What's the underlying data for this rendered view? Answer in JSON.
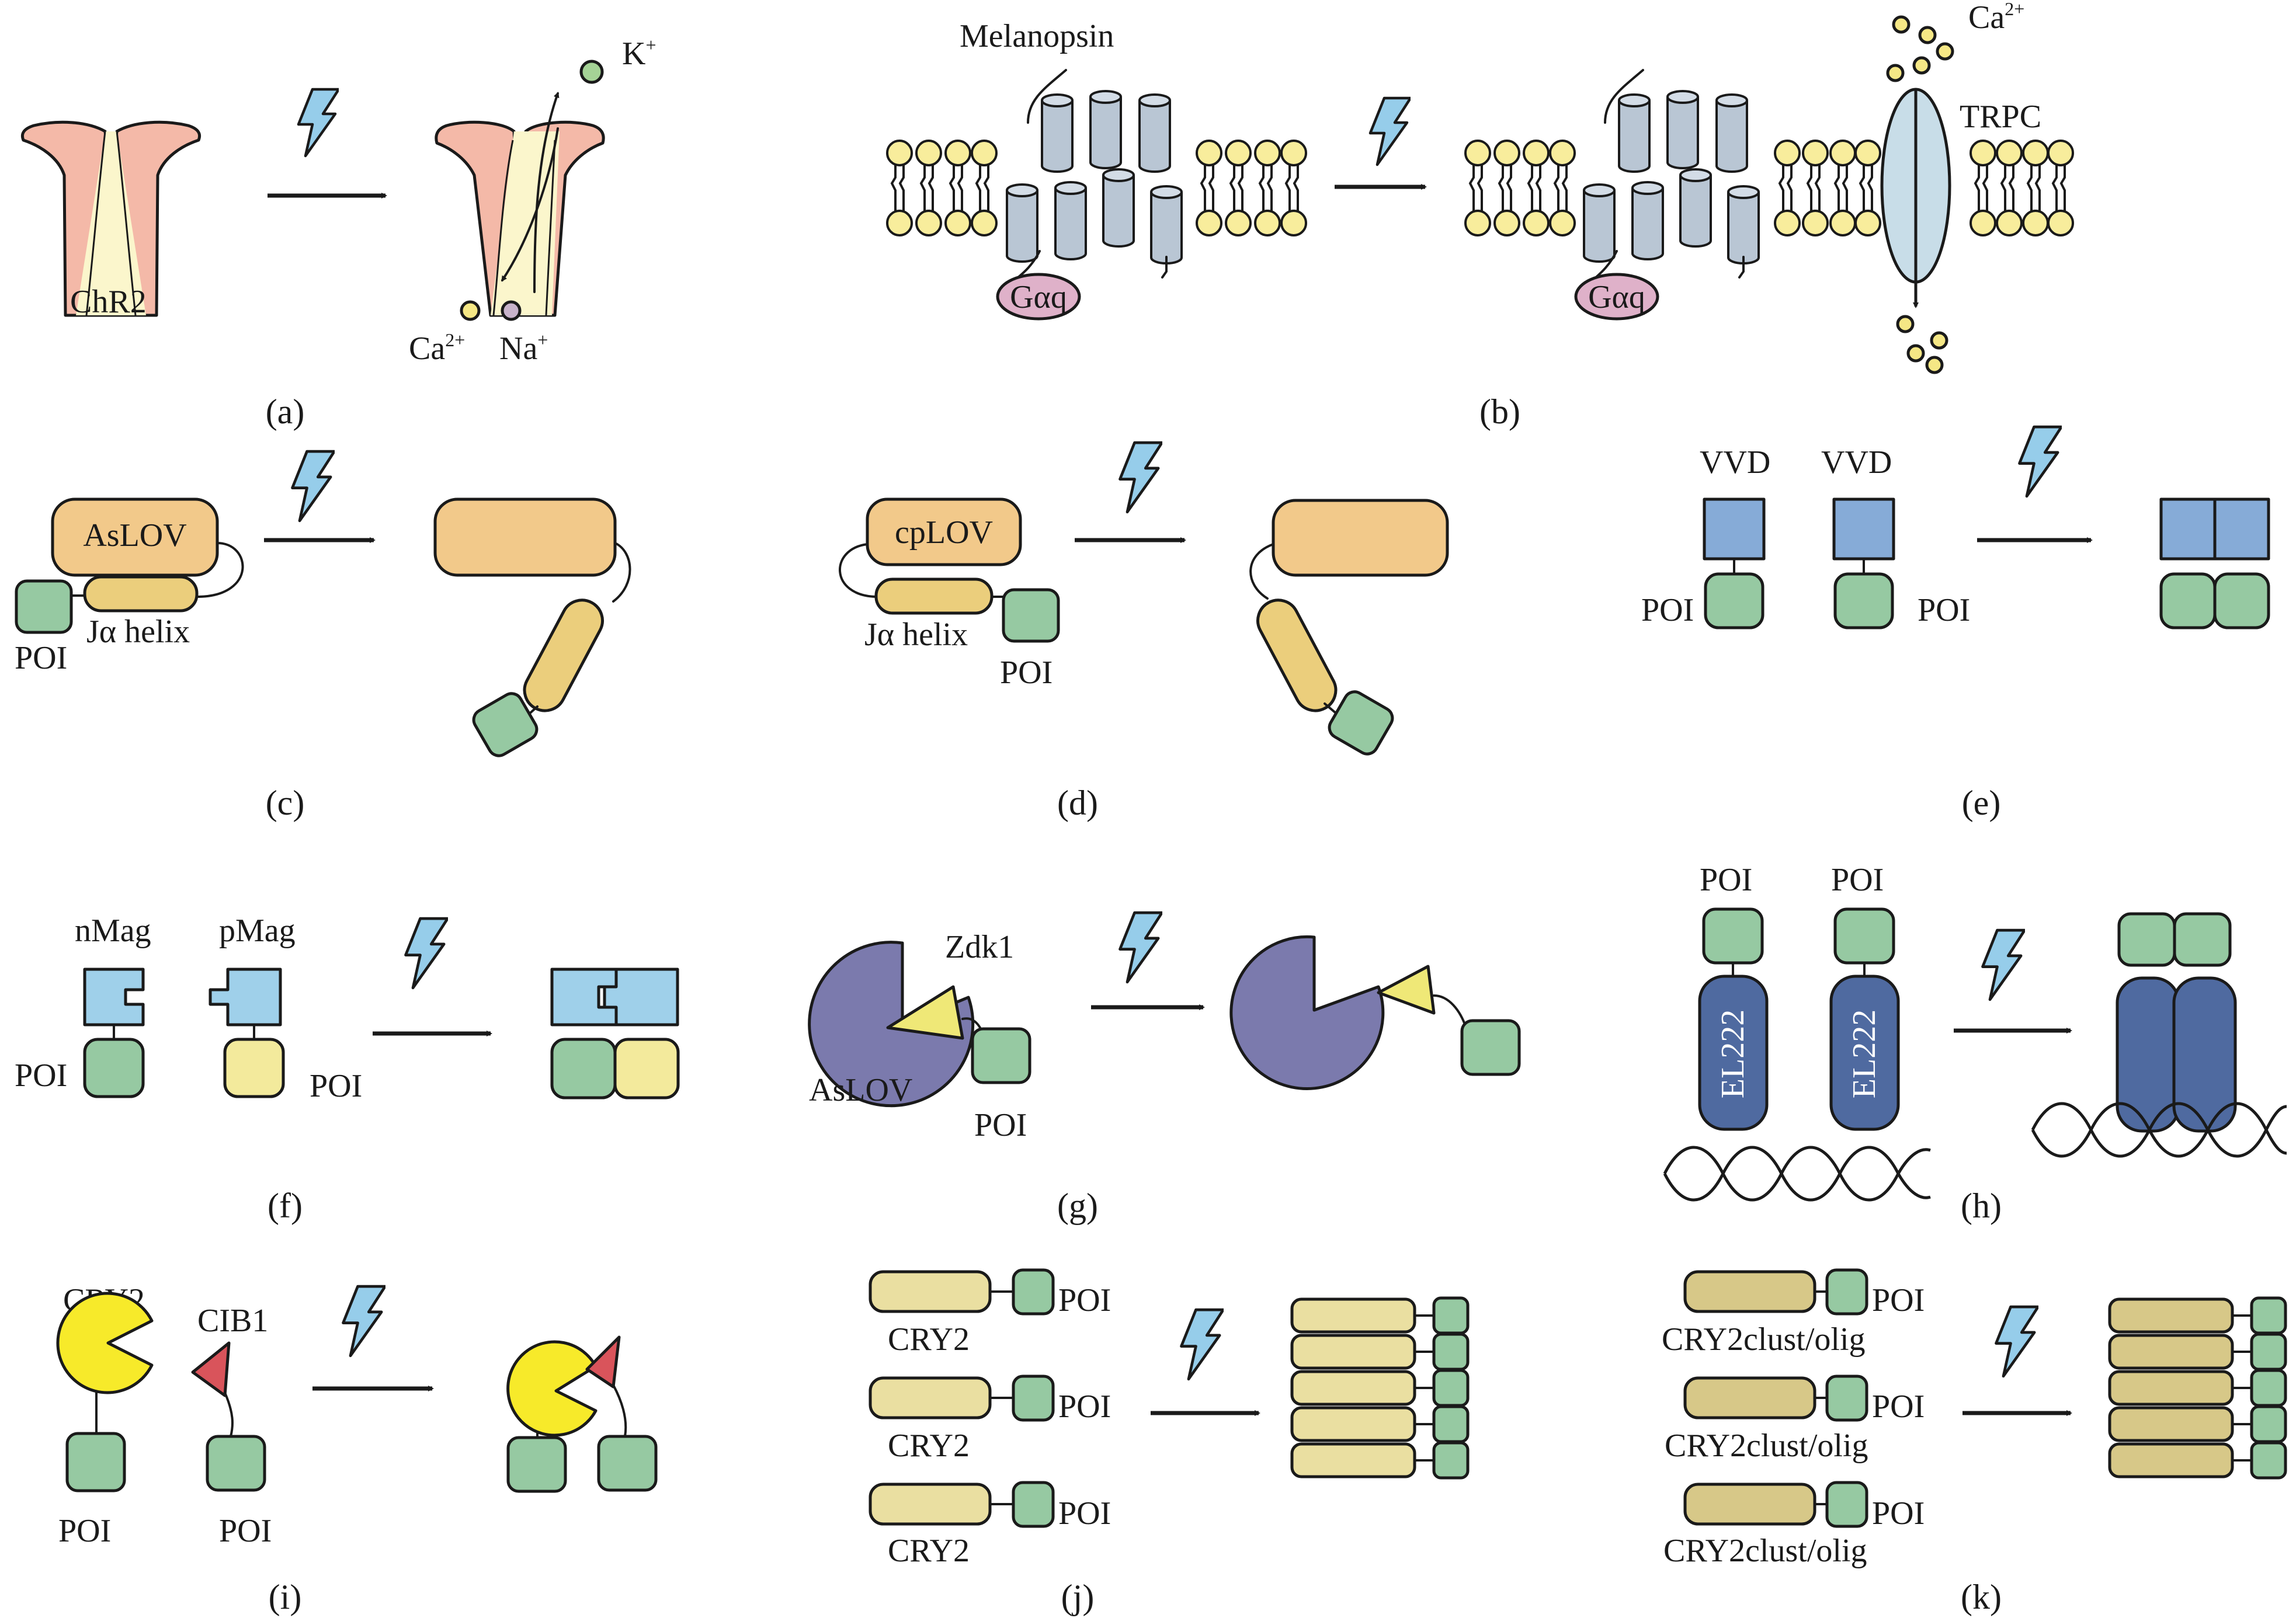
{
  "colors": {
    "chr2": "#f4b9a8",
    "chr2_pore": "#fbf6cc",
    "k_ion": "#a5d396",
    "ca_ion": "#f5e785",
    "na_ion": "#c8b3cb",
    "lipid_head": "#f8ed9c",
    "melanopsin": "#b9c6d4",
    "gaq": "#dfb1c9",
    "trpc": "#c8dde8",
    "lov": "#f2c98a",
    "jalpha": "#ebce7c",
    "poi": "#96c9a2",
    "vvd": "#86abd7",
    "mag": "#9fd0ea",
    "poi_yellow": "#f3ea9c",
    "aslov_purple": "#7b7aad",
    "zdk1": "#efe877",
    "el222": "#4f6aa0",
    "cry2": "#f7ea2a",
    "cib1": "#d9545b",
    "cry2_bar": "#eadfa1",
    "cry2clust_bar": "#d7c888",
    "lightning": "#96cdea"
  },
  "icons": [
    "lightning-bolt-icon",
    "arrow-right-icon"
  ],
  "panels": {
    "a": {
      "label": "(a)",
      "protein": "ChR2",
      "k_ion": "K",
      "k_charge": "+",
      "ca_ion": "Ca",
      "ca_charge": "2+",
      "na_ion": "Na",
      "na_charge": "+"
    },
    "b": {
      "label": "(b)",
      "receptor": "Melanopsin",
      "g_protein": "Gαq",
      "channel": "TRPC",
      "ion": "Ca",
      "ion_charge": "2+"
    },
    "c": {
      "label": "(c)",
      "domain": "AsLOV",
      "helix": "Jα helix",
      "poi": "POI"
    },
    "d": {
      "label": "(d)",
      "domain": "cpLOV",
      "helix": "Jα helix",
      "poi": "POI"
    },
    "e": {
      "label": "(e)",
      "left": "VVD",
      "right": "VVD",
      "poi_left": "POI",
      "poi_right": "POI"
    },
    "f": {
      "label": "(f)",
      "left": "nMag",
      "right": "pMag",
      "poi_left": "POI",
      "poi_right": "POI"
    },
    "g": {
      "label": "(g)",
      "domain": "AsLOV",
      "peptide": "Zdk1",
      "poi": "POI"
    },
    "h": {
      "label": "(h)",
      "poi_left": "POI",
      "poi_right": "POI",
      "factor_left": "EL222",
      "factor_right": "EL222"
    },
    "i": {
      "label": "(i)",
      "left": "CRY2",
      "right": "CIB1",
      "poi_left": "POI",
      "poi_right": "POI"
    },
    "j": {
      "label": "(j)",
      "rows": [
        "CRY2",
        "CRY2",
        "CRY2"
      ],
      "poi": "POI"
    },
    "k": {
      "label": "(k)",
      "rows": [
        "CRY2clust/olig",
        "CRY2clust/olig",
        "CRY2clust/olig"
      ],
      "poi": "POI"
    }
  }
}
